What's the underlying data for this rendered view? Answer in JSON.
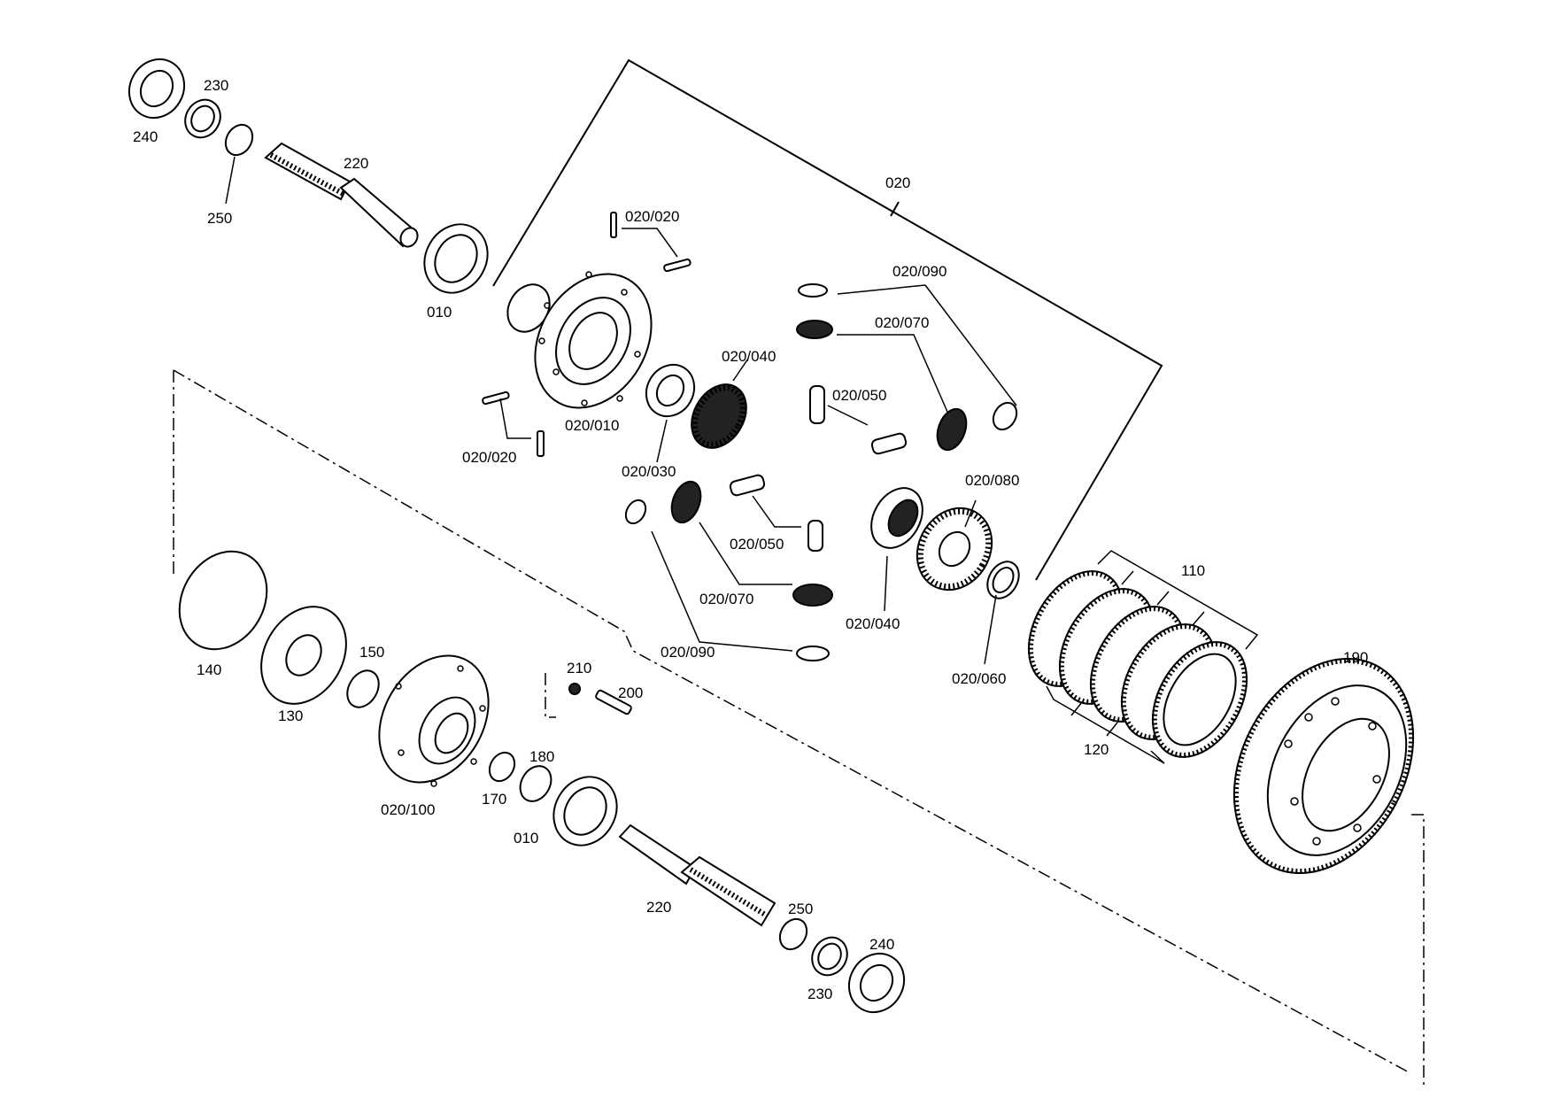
{
  "labels": {
    "l240a": "240",
    "l230a": "230",
    "l250a": "250",
    "l220a": "220",
    "l010a": "010",
    "l020": "020",
    "l020_020a": "020/020",
    "l020_020b": "020/020",
    "l020_010": "020/010",
    "l020_090a": "020/090",
    "l020_070a": "020/070",
    "l020_040a": "020/040",
    "l020_050a": "020/050",
    "l020_030": "020/030",
    "l020_080": "020/080",
    "l020_050b": "020/050",
    "l020_070b": "020/070",
    "l020_040b": "020/040",
    "l020_060": "020/060",
    "l020_090b": "020/090",
    "l110": "110",
    "l120": "120",
    "l190": "190",
    "l140": "140",
    "l130": "130",
    "l150": "150",
    "l210": "210",
    "l200": "200",
    "l020_100": "020/100",
    "l180": "180",
    "l170": "170",
    "l010b": "010",
    "l220b": "220",
    "l250b": "250",
    "l240b": "240",
    "l230b": "230"
  }
}
